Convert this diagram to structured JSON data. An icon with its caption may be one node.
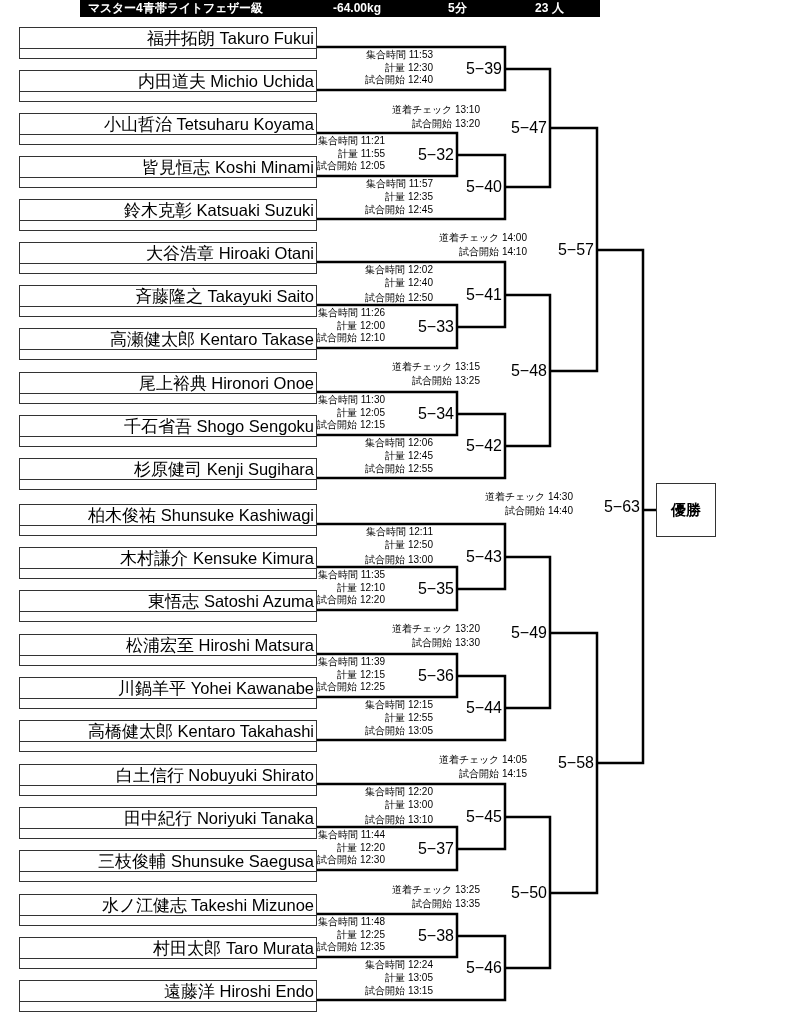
{
  "diagram": {
    "title": "マスター4青帯ライトフェザー級",
    "nodes": [
      {
        "text": [
          "福井拓朗 Takuro Fukui"
        ]
      },
      {
        "text": [
          "内田道夫 Michio Uchida"
        ]
      },
      {
        "text": [
          "小山哲治 Tetsuharu Koyama"
        ]
      },
      {
        "text": [
          "皆見恒志 Koshi Minami"
        ]
      },
      {
        "text": [
          "鈴木克彰 Katsuaki Suzuki"
        ]
      },
      {
        "text": [
          "大谷浩章 Hiroaki Otani"
        ]
      },
      {
        "text": [
          "斉藤隆之 Takayuki Saito"
        ]
      },
      {
        "text": [
          "高瀬健太郎 Kentaro Takase"
        ]
      },
      {
        "text": [
          "尾上裕典 Hironori Onoe"
        ]
      },
      {
        "text": [
          "千石省吾 Shogo Sengoku"
        ]
      },
      {
        "text": [
          "杉原健司 Kenji Sugihara"
        ]
      },
      {
        "text": [
          "柏木俊祐 Shunsuke Kashiwagi"
        ]
      },
      {
        "text": [
          "木村謙介 Kensuke Kimura"
        ]
      },
      {
        "text": [
          "東悟志 Satoshi Azuma"
        ]
      },
      {
        "text": [
          "松浦宏至 Hiroshi Matsura"
        ]
      },
      {
        "text": [
          "川鍋羊平 Yohei Kawanabe"
        ]
      },
      {
        "text": [
          "高橋健太郎 Kentaro Takahashi"
        ]
      },
      {
        "text": [
          "白土信行 Nobuyuki Shirato"
        ]
      },
      {
        "text": [
          "田中紀行 Noriyuki Tanaka"
        ]
      },
      {
        "text": [
          "三枝俊輔 Shunsuke Saegusa"
        ]
      },
      {
        "text": [
          "水ノ江健志 Takeshi Mizunoe"
        ]
      },
      {
        "text": [
          "村田太郎 Taro Murata"
        ]
      },
      {
        "text": [
          "遠藤洋 Hiroshi Endo"
        ]
      },
      {
        "text": [
          "5−39"
        ],
        "beside": [
          "集合時間 11:53",
          "計量 12:30",
          "試合開始 12:40"
        ]
      },
      {
        "text": [
          "5−32"
        ],
        "beside": [
          "集合時間 11:21",
          "計量 11:55",
          "試合開始 12:05"
        ]
      },
      {
        "text": [
          "5−40"
        ],
        "beside": [
          "集合時間 11:57",
          "計量 12:35",
          "試合開始 12:45"
        ]
      },
      {
        "text": [
          "5−47"
        ],
        "beside": [
          "道着チェック 13:10",
          "試合開始 13:20"
        ]
      },
      {
        "text": [
          "5−41"
        ],
        "beside": [
          "集合時間 12:02",
          "計量 12:40",
          "試合開始 12:50"
        ]
      },
      {
        "text": [
          "5−33"
        ],
        "beside": [
          "集合時間 11:26",
          "計量 12:00",
          "試合開始 12:10"
        ]
      },
      {
        "text": [
          "5−34"
        ],
        "beside": [
          "集合時間 11:30",
          "計量 12:05",
          "試合開始 12:15"
        ]
      },
      {
        "text": [
          "5−42"
        ],
        "beside": [
          "集合時間 12:06",
          "計量 12:45",
          "試合開始 12:55"
        ]
      },
      {
        "text": [
          "5−48"
        ],
        "beside": [
          "道着チェック 13:15",
          "試合開始 13:25"
        ]
      },
      {
        "text": [
          "5−57"
        ],
        "beside": [
          "道着チェック 14:00",
          "試合開始 14:10"
        ]
      },
      {
        "text": [
          "5−43"
        ],
        "beside": [
          "集合時間 12:11",
          "計量 12:50",
          "試合開始 13:00"
        ]
      },
      {
        "text": [
          "5−35"
        ],
        "beside": [
          "集合時間 11:35",
          "計量 12:10",
          "試合開始 12:20"
        ]
      },
      {
        "text": [
          "5−36"
        ],
        "beside": [
          "集合時間 11:39",
          "計量 12:15",
          "試合開始 12:25"
        ]
      },
      {
        "text": [
          "5−44"
        ],
        "beside": [
          "集合時間 12:15",
          "計量 12:55",
          "試合開始 13:05"
        ]
      },
      {
        "text": [
          "5−49"
        ],
        "beside": [
          "道着チェック 13:20",
          "試合開始 13:30"
        ]
      },
      {
        "text": [
          "5−45"
        ],
        "beside": [
          "集合時間 12:20",
          "計量 13:00",
          "試合開始 13:10"
        ]
      },
      {
        "text": [
          "5−37"
        ],
        "beside": [
          "集合時間 11:44",
          "計量 12:20",
          "試合開始 12:30"
        ]
      },
      {
        "text": [
          "5−38"
        ],
        "beside": [
          "集合時間 11:48",
          "計量 12:25",
          "試合開始 12:35"
        ]
      },
      {
        "text": [
          "5−46"
        ],
        "beside": [
          "集合時間 12:24",
          "計量 13:05",
          "試合開始 13:15"
        ]
      },
      {
        "text": [
          "5−50"
        ],
        "beside": [
          "道着チェック 13:25",
          "試合開始 13:35"
        ]
      },
      {
        "text": [
          "5−58"
        ],
        "beside": [
          "道着チェック 14:05",
          "試合開始 14:15"
        ]
      },
      {
        "text": [
          "5−63"
        ],
        "beside": [
          "道着チェック 14:30",
          "試合開始 14:40"
        ]
      },
      {
        "text": [
          "優勝"
        ]
      }
    ],
    "edges": [
      {
        "from": 0,
        "to": 23,
        "arrow": "none"
      },
      {
        "from": 1,
        "to": 23,
        "arrow": "none"
      },
      {
        "from": 2,
        "to": 24,
        "arrow": "none"
      },
      {
        "from": 3,
        "to": 24,
        "arrow": "none"
      },
      {
        "from": 24,
        "to": 25,
        "arrow": "none"
      },
      {
        "from": 4,
        "to": 25,
        "arrow": "none"
      },
      {
        "from": 23,
        "to": 26,
        "arrow": "none"
      },
      {
        "from": 25,
        "to": 26,
        "arrow": "none"
      },
      {
        "from": 5,
        "to": 27,
        "arrow": "none"
      },
      {
        "from": 28,
        "to": 27,
        "arrow": "none"
      },
      {
        "from": 6,
        "to": 28,
        "arrow": "none"
      },
      {
        "from": 7,
        "to": 28,
        "arrow": "none"
      },
      {
        "from": 8,
        "to": 29,
        "arrow": "none"
      },
      {
        "from": 9,
        "to": 29,
        "arrow": "none"
      },
      {
        "from": 29,
        "to": 30,
        "arrow": "none"
      },
      {
        "from": 10,
        "to": 30,
        "arrow": "none"
      },
      {
        "from": 27,
        "to": 31,
        "arrow": "none"
      },
      {
        "from": 30,
        "to": 31,
        "arrow": "none"
      },
      {
        "from": 26,
        "to": 32,
        "arrow": "none"
      },
      {
        "from": 31,
        "to": 32,
        "arrow": "none"
      },
      {
        "from": 11,
        "to": 33,
        "arrow": "none"
      },
      {
        "from": 34,
        "to": 33,
        "arrow": "none"
      },
      {
        "from": 12,
        "to": 34,
        "arrow": "none"
      },
      {
        "from": 13,
        "to": 34,
        "arrow": "none"
      },
      {
        "from": 14,
        "to": 35,
        "arrow": "none"
      },
      {
        "from": 15,
        "to": 35,
        "arrow": "none"
      },
      {
        "from": 35,
        "to": 36,
        "arrow": "none"
      },
      {
        "from": 16,
        "to": 36,
        "arrow": "none"
      },
      {
        "from": 33,
        "to": 37,
        "arrow": "none"
      },
      {
        "from": 36,
        "to": 37,
        "arrow": "none"
      },
      {
        "from": 17,
        "to": 38,
        "arrow": "none"
      },
      {
        "from": 39,
        "to": 38,
        "arrow": "none"
      },
      {
        "from": 18,
        "to": 39,
        "arrow": "none"
      },
      {
        "from": 19,
        "to": 39,
        "arrow": "none"
      },
      {
        "from": 20,
        "to": 40,
        "arrow": "none"
      },
      {
        "from": 21,
        "to": 40,
        "arrow": "none"
      },
      {
        "from": 40,
        "to": 41,
        "arrow": "none"
      },
      {
        "from": 22,
        "to": 41,
        "arrow": "none"
      },
      {
        "from": 38,
        "to": 42,
        "arrow": "none"
      },
      {
        "from": 41,
        "to": 42,
        "arrow": "none"
      },
      {
        "from": 37,
        "to": 43,
        "arrow": "none"
      },
      {
        "from": 42,
        "to": 43,
        "arrow": "none"
      },
      {
        "from": 32,
        "to": 44,
        "arrow": "none"
      },
      {
        "from": 43,
        "to": 44,
        "arrow": "none"
      },
      {
        "from": 44,
        "to": 45,
        "arrow": "none"
      }
    ],
    "labels": [
      "-64.00kg",
      "5分",
      "23 人"
    ]
  }
}
